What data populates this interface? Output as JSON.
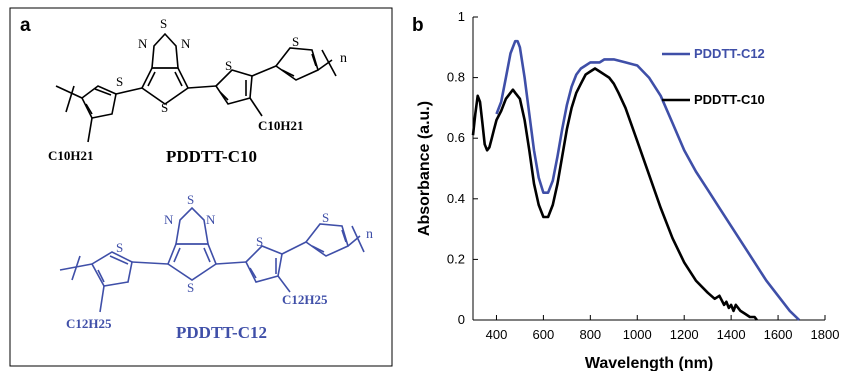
{
  "colors": {
    "c10": "#000000",
    "c12": "#3f4fa8"
  },
  "panel_a": {
    "letter": "a",
    "molecule_top": {
      "name": "PDDTT-C10",
      "sub_left": "C10H21",
      "sub_right": "C10H21",
      "atom_s": "S",
      "atom_n": "N",
      "repeat_n": "n"
    },
    "molecule_bottom": {
      "name": "PDDTT-C12",
      "sub_left": "C12H25",
      "sub_right": "C12H25",
      "atom_s": "S",
      "atom_n": "N",
      "repeat_n": "n"
    }
  },
  "chart_data": {
    "type": "line",
    "panel_letter": "b",
    "xlabel": "Wavelength (nm)",
    "ylabel": "Absorbance (a.u.)",
    "xlim": [
      300,
      1800
    ],
    "ylim": [
      0,
      1
    ],
    "xticks": [
      400,
      600,
      800,
      1000,
      1200,
      1400,
      1600,
      1800
    ],
    "yticks": [
      0,
      0.2,
      0.4,
      0.6,
      0.8,
      1
    ],
    "yticklabels": [
      "0",
      "0.2",
      "0.4",
      "0.6",
      "0.8",
      "1"
    ],
    "legend_placement": "top-right",
    "series": [
      {
        "name": "PDDTT-C12",
        "color": "#3f4fa8",
        "x": [
          400,
          420,
          440,
          460,
          480,
          490,
          500,
          520,
          540,
          560,
          580,
          600,
          620,
          640,
          660,
          680,
          700,
          720,
          740,
          760,
          780,
          800,
          820,
          840,
          860,
          880,
          900,
          950,
          1000,
          1050,
          1100,
          1150,
          1200,
          1250,
          1300,
          1350,
          1400,
          1450,
          1500,
          1550,
          1600,
          1650,
          1690
        ],
        "y": [
          0.68,
          0.72,
          0.8,
          0.88,
          0.92,
          0.92,
          0.9,
          0.8,
          0.68,
          0.56,
          0.47,
          0.42,
          0.42,
          0.46,
          0.54,
          0.63,
          0.71,
          0.77,
          0.81,
          0.83,
          0.84,
          0.85,
          0.85,
          0.85,
          0.86,
          0.86,
          0.86,
          0.85,
          0.84,
          0.8,
          0.74,
          0.65,
          0.56,
          0.49,
          0.43,
          0.37,
          0.31,
          0.25,
          0.19,
          0.13,
          0.08,
          0.03,
          0.0
        ]
      },
      {
        "name": "PDDTT-C10",
        "color": "#000000",
        "x": [
          300,
          310,
          320,
          330,
          340,
          350,
          360,
          370,
          380,
          390,
          400,
          420,
          440,
          460,
          470,
          480,
          500,
          520,
          540,
          560,
          580,
          600,
          620,
          640,
          660,
          680,
          700,
          720,
          740,
          760,
          780,
          800,
          820,
          840,
          860,
          880,
          900,
          920,
          950,
          1000,
          1050,
          1100,
          1150,
          1200,
          1250,
          1300,
          1330,
          1350,
          1370,
          1380,
          1390,
          1400,
          1410,
          1420,
          1440,
          1460,
          1480,
          1500,
          1510
        ],
        "y": [
          0.61,
          0.68,
          0.74,
          0.72,
          0.65,
          0.58,
          0.56,
          0.57,
          0.6,
          0.63,
          0.66,
          0.69,
          0.73,
          0.75,
          0.76,
          0.75,
          0.73,
          0.66,
          0.56,
          0.45,
          0.38,
          0.34,
          0.34,
          0.38,
          0.45,
          0.54,
          0.63,
          0.7,
          0.75,
          0.78,
          0.81,
          0.82,
          0.83,
          0.82,
          0.81,
          0.8,
          0.78,
          0.75,
          0.7,
          0.59,
          0.48,
          0.37,
          0.27,
          0.19,
          0.13,
          0.09,
          0.07,
          0.08,
          0.05,
          0.06,
          0.04,
          0.05,
          0.03,
          0.05,
          0.03,
          0.02,
          0.01,
          0.01,
          0.0
        ]
      }
    ]
  }
}
